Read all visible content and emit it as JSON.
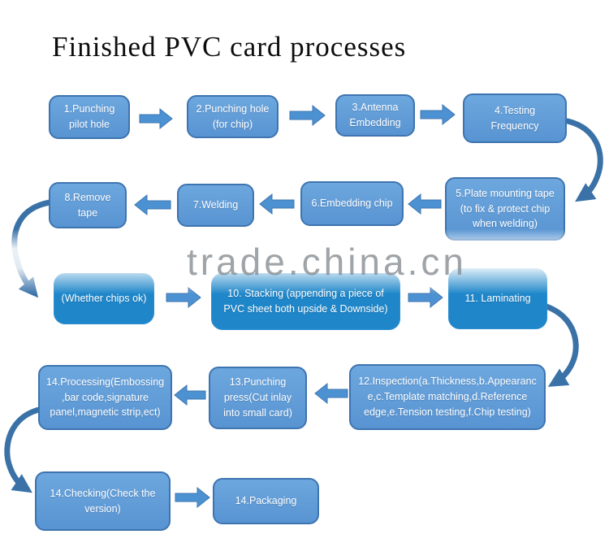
{
  "title": "Finished PVC card processes",
  "watermark": "trade.china.cn",
  "colors": {
    "box_light_fill": "#5E9CD8",
    "box_light_border": "#3E74B0",
    "box_vivid_fill": "#1E86C9",
    "straight_arrow": "#4C92D2",
    "curved_arrow": "#3A72A8",
    "node_text": "#FFFFFF",
    "title_text": "#0D0D0D",
    "watermark_text": "#8A9096"
  },
  "flow": {
    "nodes": [
      {
        "id": "n1",
        "label": "1.Punching pilot hole",
        "style": "light"
      },
      {
        "id": "n2",
        "label": "2.Punching hole (for chip)",
        "style": "light"
      },
      {
        "id": "n3",
        "label": "3.Antenna Embedding",
        "style": "light"
      },
      {
        "id": "n4",
        "label": "4.Testing Frequency",
        "style": "light"
      },
      {
        "id": "n5",
        "label": "5.Plate mounting tape (to fix & protect chip when welding)",
        "style": "light"
      },
      {
        "id": "n6",
        "label": "6.Embedding chip",
        "style": "light"
      },
      {
        "id": "n7",
        "label": "7.Welding",
        "style": "light"
      },
      {
        "id": "n8",
        "label": "8.Remove tape",
        "style": "light"
      },
      {
        "id": "n9",
        "label": "(Whether chips ok)",
        "style": "vivid"
      },
      {
        "id": "n10",
        "label": "10. Stacking (appending a piece of PVC sheet both upside & Downside)",
        "style": "vivid"
      },
      {
        "id": "n11",
        "label": "11. Laminating",
        "style": "vivid"
      },
      {
        "id": "n12",
        "label": "12.Inspection(a.Thickness,b.Appearance,c.Template matching,d.Reference edge,e.Tension testing,f.Chip testing)",
        "style": "light"
      },
      {
        "id": "n13",
        "label": "13.Punching press(Cut inlay into small card)",
        "style": "light"
      },
      {
        "id": "n14",
        "label": "14.Processing(Embossing ,bar code,signature panel,magnetic strip,ect)",
        "style": "light"
      },
      {
        "id": "n15",
        "label": "14.Checking(Check the version)",
        "style": "light"
      },
      {
        "id": "n16",
        "label": "14.Packaging",
        "style": "light"
      }
    ],
    "edges": [
      {
        "from": "n1",
        "to": "n2"
      },
      {
        "from": "n2",
        "to": "n3"
      },
      {
        "from": "n3",
        "to": "n4"
      },
      {
        "from": "n4",
        "to": "n5"
      },
      {
        "from": "n5",
        "to": "n6"
      },
      {
        "from": "n6",
        "to": "n7"
      },
      {
        "from": "n7",
        "to": "n8"
      },
      {
        "from": "n8",
        "to": "n9"
      },
      {
        "from": "n9",
        "to": "n10"
      },
      {
        "from": "n10",
        "to": "n11"
      },
      {
        "from": "n11",
        "to": "n12"
      },
      {
        "from": "n12",
        "to": "n13"
      },
      {
        "from": "n13",
        "to": "n14"
      },
      {
        "from": "n14",
        "to": "n15"
      },
      {
        "from": "n15",
        "to": "n16"
      }
    ]
  }
}
